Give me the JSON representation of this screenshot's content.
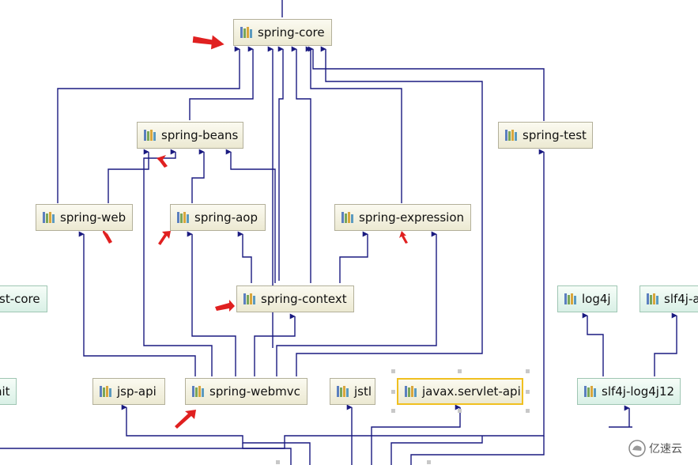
{
  "nodes": {
    "spring_core": "spring-core",
    "spring_beans": "spring-beans",
    "spring_test": "spring-test",
    "spring_web": "spring-web",
    "spring_aop": "spring-aop",
    "spring_expression": "spring-expression",
    "spring_context": "spring-context",
    "st_core": "st-core",
    "log4j": "log4j",
    "slf4j_api": "slf4j-a",
    "junit": "nit",
    "jsp_api": "jsp-api",
    "spring_webmvc": "spring-webmvc",
    "jstl": "jstl",
    "javax_servlet_api": "javax.servlet-api",
    "slf4j_log4j12": "slf4j-log4j12"
  },
  "watermark": {
    "text": "亿速云"
  },
  "colors": {
    "edge": "#1a1a80",
    "annotation_arrow": "#e02020",
    "selection": "#f0c020"
  }
}
